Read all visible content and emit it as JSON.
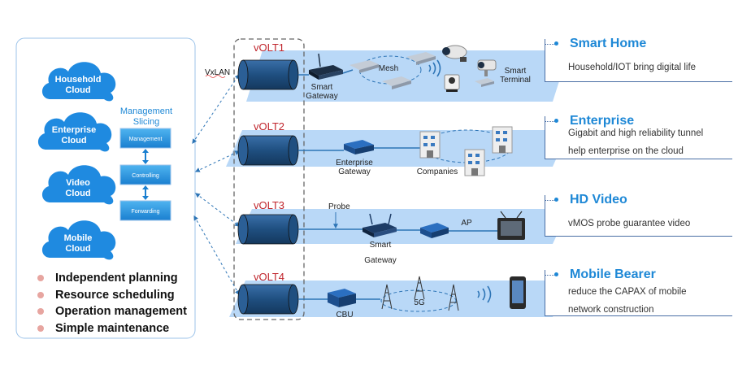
{
  "clouds": [
    {
      "line1": "Household",
      "line2": "Cloud",
      "icon": "cloud-icon"
    },
    {
      "line1": "Enterprise",
      "line2": "Cloud",
      "icon": "cloud-icon"
    },
    {
      "line1": "Video",
      "line2": "Cloud",
      "icon": "cloud-icon"
    },
    {
      "line1": "Mobile",
      "line2": "Cloud",
      "icon": "cloud-icon"
    }
  ],
  "slicing": {
    "title_line1": "Management",
    "title_line2": "Slicing",
    "layers": [
      "Management",
      "Controlling",
      "Forwarding"
    ]
  },
  "bullets": [
    "Independent planning",
    "Resource scheduling",
    "Operation management",
    "Simple maintenance"
  ],
  "vxlan": "VxLAN",
  "volts": [
    "vOLT1",
    "vOLT2",
    "vOLT3",
    "vOLT4"
  ],
  "lanes": {
    "home": {
      "gateway_line1": "Smart",
      "gateway_line2": "Gateway",
      "mesh": "Mesh",
      "terminal_line1": "Smart",
      "terminal_line2": "Terminal"
    },
    "enterprise": {
      "gateway_line1": "Enterprise",
      "gateway_line2": "Gateway",
      "companies": "Companies"
    },
    "video": {
      "probe": "Probe",
      "gateway_line1": "Smart",
      "gateway_line2": "Gateway",
      "ap": "AP"
    },
    "mobile": {
      "cbu": "CBU",
      "fiveg": "5G"
    }
  },
  "panels": [
    {
      "title": "Smart Home",
      "desc": [
        "Household/IOT bring digital life"
      ]
    },
    {
      "title": "Enterprise",
      "desc": [
        "Gigabit and high reliability tunnel",
        "help enterprise on the cloud"
      ]
    },
    {
      "title": "HD Video",
      "desc": [
        "vMOS probe guarantee video"
      ]
    },
    {
      "title": "Mobile Bearer",
      "desc": [
        "reduce the CAPAX of mobile",
        "network construction"
      ]
    }
  ],
  "colors": {
    "accent": "#1e88d6",
    "cloud": "#1f8ae0",
    "lane": "#b9d8f7",
    "cylinder": "#1f4f80",
    "bullet": "#e7a5a0"
  }
}
